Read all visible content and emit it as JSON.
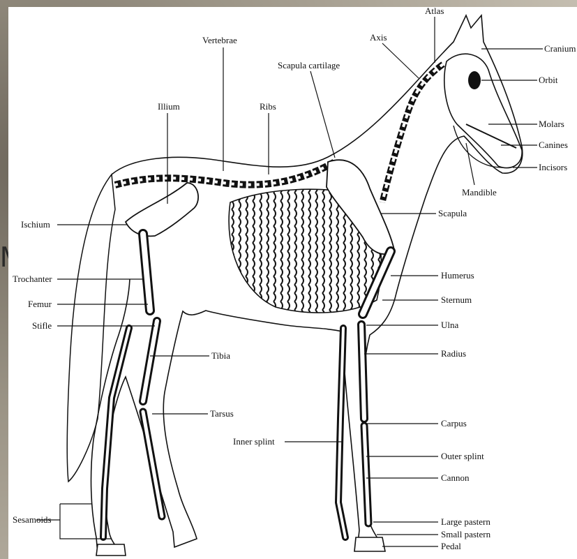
{
  "backdrop_text": "M",
  "labels": {
    "atlas": "Atlas",
    "axis": "Axis",
    "vertebrae": "Vertebrae",
    "scapula_cartilage": "Scapula cartilage",
    "ilium": "Illium",
    "ribs": "Ribs",
    "cranium": "Cranium",
    "orbit": "Orbit",
    "molars": "Molars",
    "canines": "Canines",
    "incisors": "Incisors",
    "mandible": "Mandible",
    "scapula": "Scapula",
    "ischium": "Ischium",
    "trochanter": "Trochanter",
    "femur": "Femur",
    "stifle": "Stifle",
    "humerus": "Humerus",
    "sternum": "Sternum",
    "ulna": "Ulna",
    "radius": "Radius",
    "tibia": "Tibia",
    "tarsus": "Tarsus",
    "inner_splint": "Inner splint",
    "carpus": "Carpus",
    "outer_splint": "Outer splint",
    "cannon": "Cannon",
    "sesamoids": "Sesamoids",
    "large_pastern": "Large pastern",
    "small_pastern": "Small pastern",
    "pedal": "Pedal"
  }
}
